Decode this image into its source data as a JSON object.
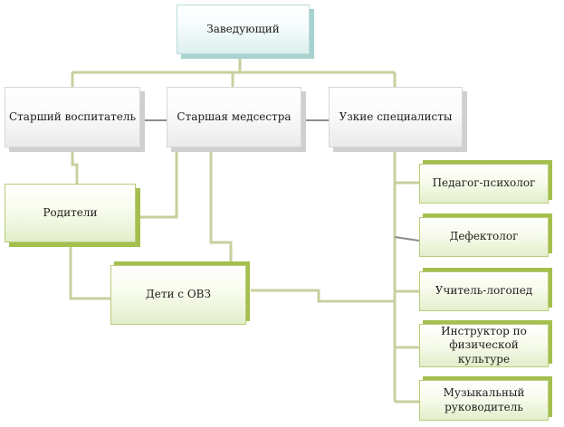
{
  "nodes": {
    "head": "Заведующий",
    "senior_teacher": "Старший воспитатель",
    "senior_nurse": "Старшая медсестра",
    "specialists": "Узкие специалисты",
    "parents": "Родители",
    "children": "Дети с ОВЗ",
    "psychologist": "Педагог-психолог",
    "defectologist": "Дефектолог",
    "speech_therapist": "Учитель-логопед",
    "pe_instructor": "Инструктор по физической культуре",
    "music_director": "Музыкальный руководитель"
  },
  "colors": {
    "connector_olive": "#c9cf9d",
    "connector_grey": "#8c8c8c",
    "box_green_shadow": "#a5bf4e",
    "box_teal_shadow": "#a7d2d0",
    "box_grey_shadow": "#cfcfcf"
  }
}
